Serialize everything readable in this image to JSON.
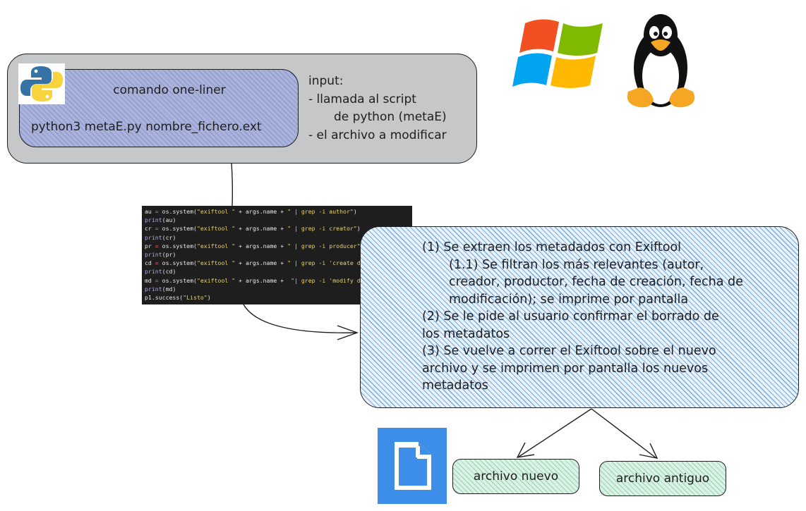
{
  "input_panel": {
    "oneliner_title": "comando one-liner",
    "oneliner_command": "python3 metaE.py nombre_fichero.ext",
    "notes": [
      "input:",
      "- llamada al script",
      "de python (metaE)",
      "- el archivo a modificar"
    ]
  },
  "code_snippet": {
    "lines": [
      {
        "var": "au",
        "cmd": "os.system(",
        "s1": "\"exiftool \"",
        "mid": " + args.name + ",
        "s2": "\" | grep -i author\"",
        "end": ")"
      },
      {
        "fn": "print",
        "arg": "(au)"
      },
      {
        "var": "cr",
        "cmd": "os.system(",
        "s1": "\"exiftool \"",
        "mid": " + args.name + ",
        "s2": "\" | grep -i creator\"",
        "end": ")"
      },
      {
        "fn": "print",
        "arg": "(cr)"
      },
      {
        "var": "pr",
        "cmd": "os.system(",
        "s1": "\"exiftool \"",
        "mid": " + args.name + ",
        "s2": "\" | grep -i producer\"",
        "end": ")"
      },
      {
        "fn": "print",
        "arg": "(pr)"
      },
      {
        "var": "cd",
        "cmd": "os.system(",
        "s1": "\"exiftool \"",
        "mid": " + args.name + ",
        "s2": "\" | grep -i 'create date'\"",
        "end": ")"
      },
      {
        "fn": "print",
        "arg": "(cd)"
      },
      {
        "var": "md",
        "cmd": "os.system(",
        "s1": "\"exiftool \"",
        "mid": " + args.name +  ",
        "s2": "\"| grep -i 'modify date'\"",
        "end": ")"
      },
      {
        "fn": "print",
        "arg": "(md)"
      },
      {
        "plain": "p1.success(",
        "s1": "\"Listo\"",
        "end": ")"
      }
    ]
  },
  "description": {
    "lines": [
      {
        "text": "(1) Se extraen los metadados con Exiftool",
        "indent": false
      },
      {
        "text": "(1.1) Se filtran los más relevantes (autor,",
        "indent": true
      },
      {
        "text": "creador, productor, fecha de creación, fecha de",
        "indent": true
      },
      {
        "text": "modificación); se imprime por pantalla",
        "indent": true
      },
      {
        "text": "(2) Se le pide al usuario confirmar el borrado de",
        "indent": false
      },
      {
        "text": "los metadatos",
        "indent": false
      },
      {
        "text": "(3) Se vuelve a correr el Exiftool sobre el nuevo",
        "indent": false
      },
      {
        "text": "archivo y se imprimen por pantalla los nuevos",
        "indent": false
      },
      {
        "text": "metadatos",
        "indent": false
      }
    ]
  },
  "outputs": {
    "new_file": "archivo nuevo",
    "old_file": "archivo antiguo"
  },
  "icons": [
    "python-logo-icon",
    "windows-logo-icon",
    "linux-tux-icon",
    "document-icon"
  ],
  "colors": {
    "input_panel": "#c5c7c9",
    "oneliner_box": "#a9b3de",
    "description_hatch": "#1971c2",
    "file_box_hatch": "#2b8a3e",
    "code_bg": "#1e1e1e",
    "doc_icon": "#3d8ee8"
  }
}
